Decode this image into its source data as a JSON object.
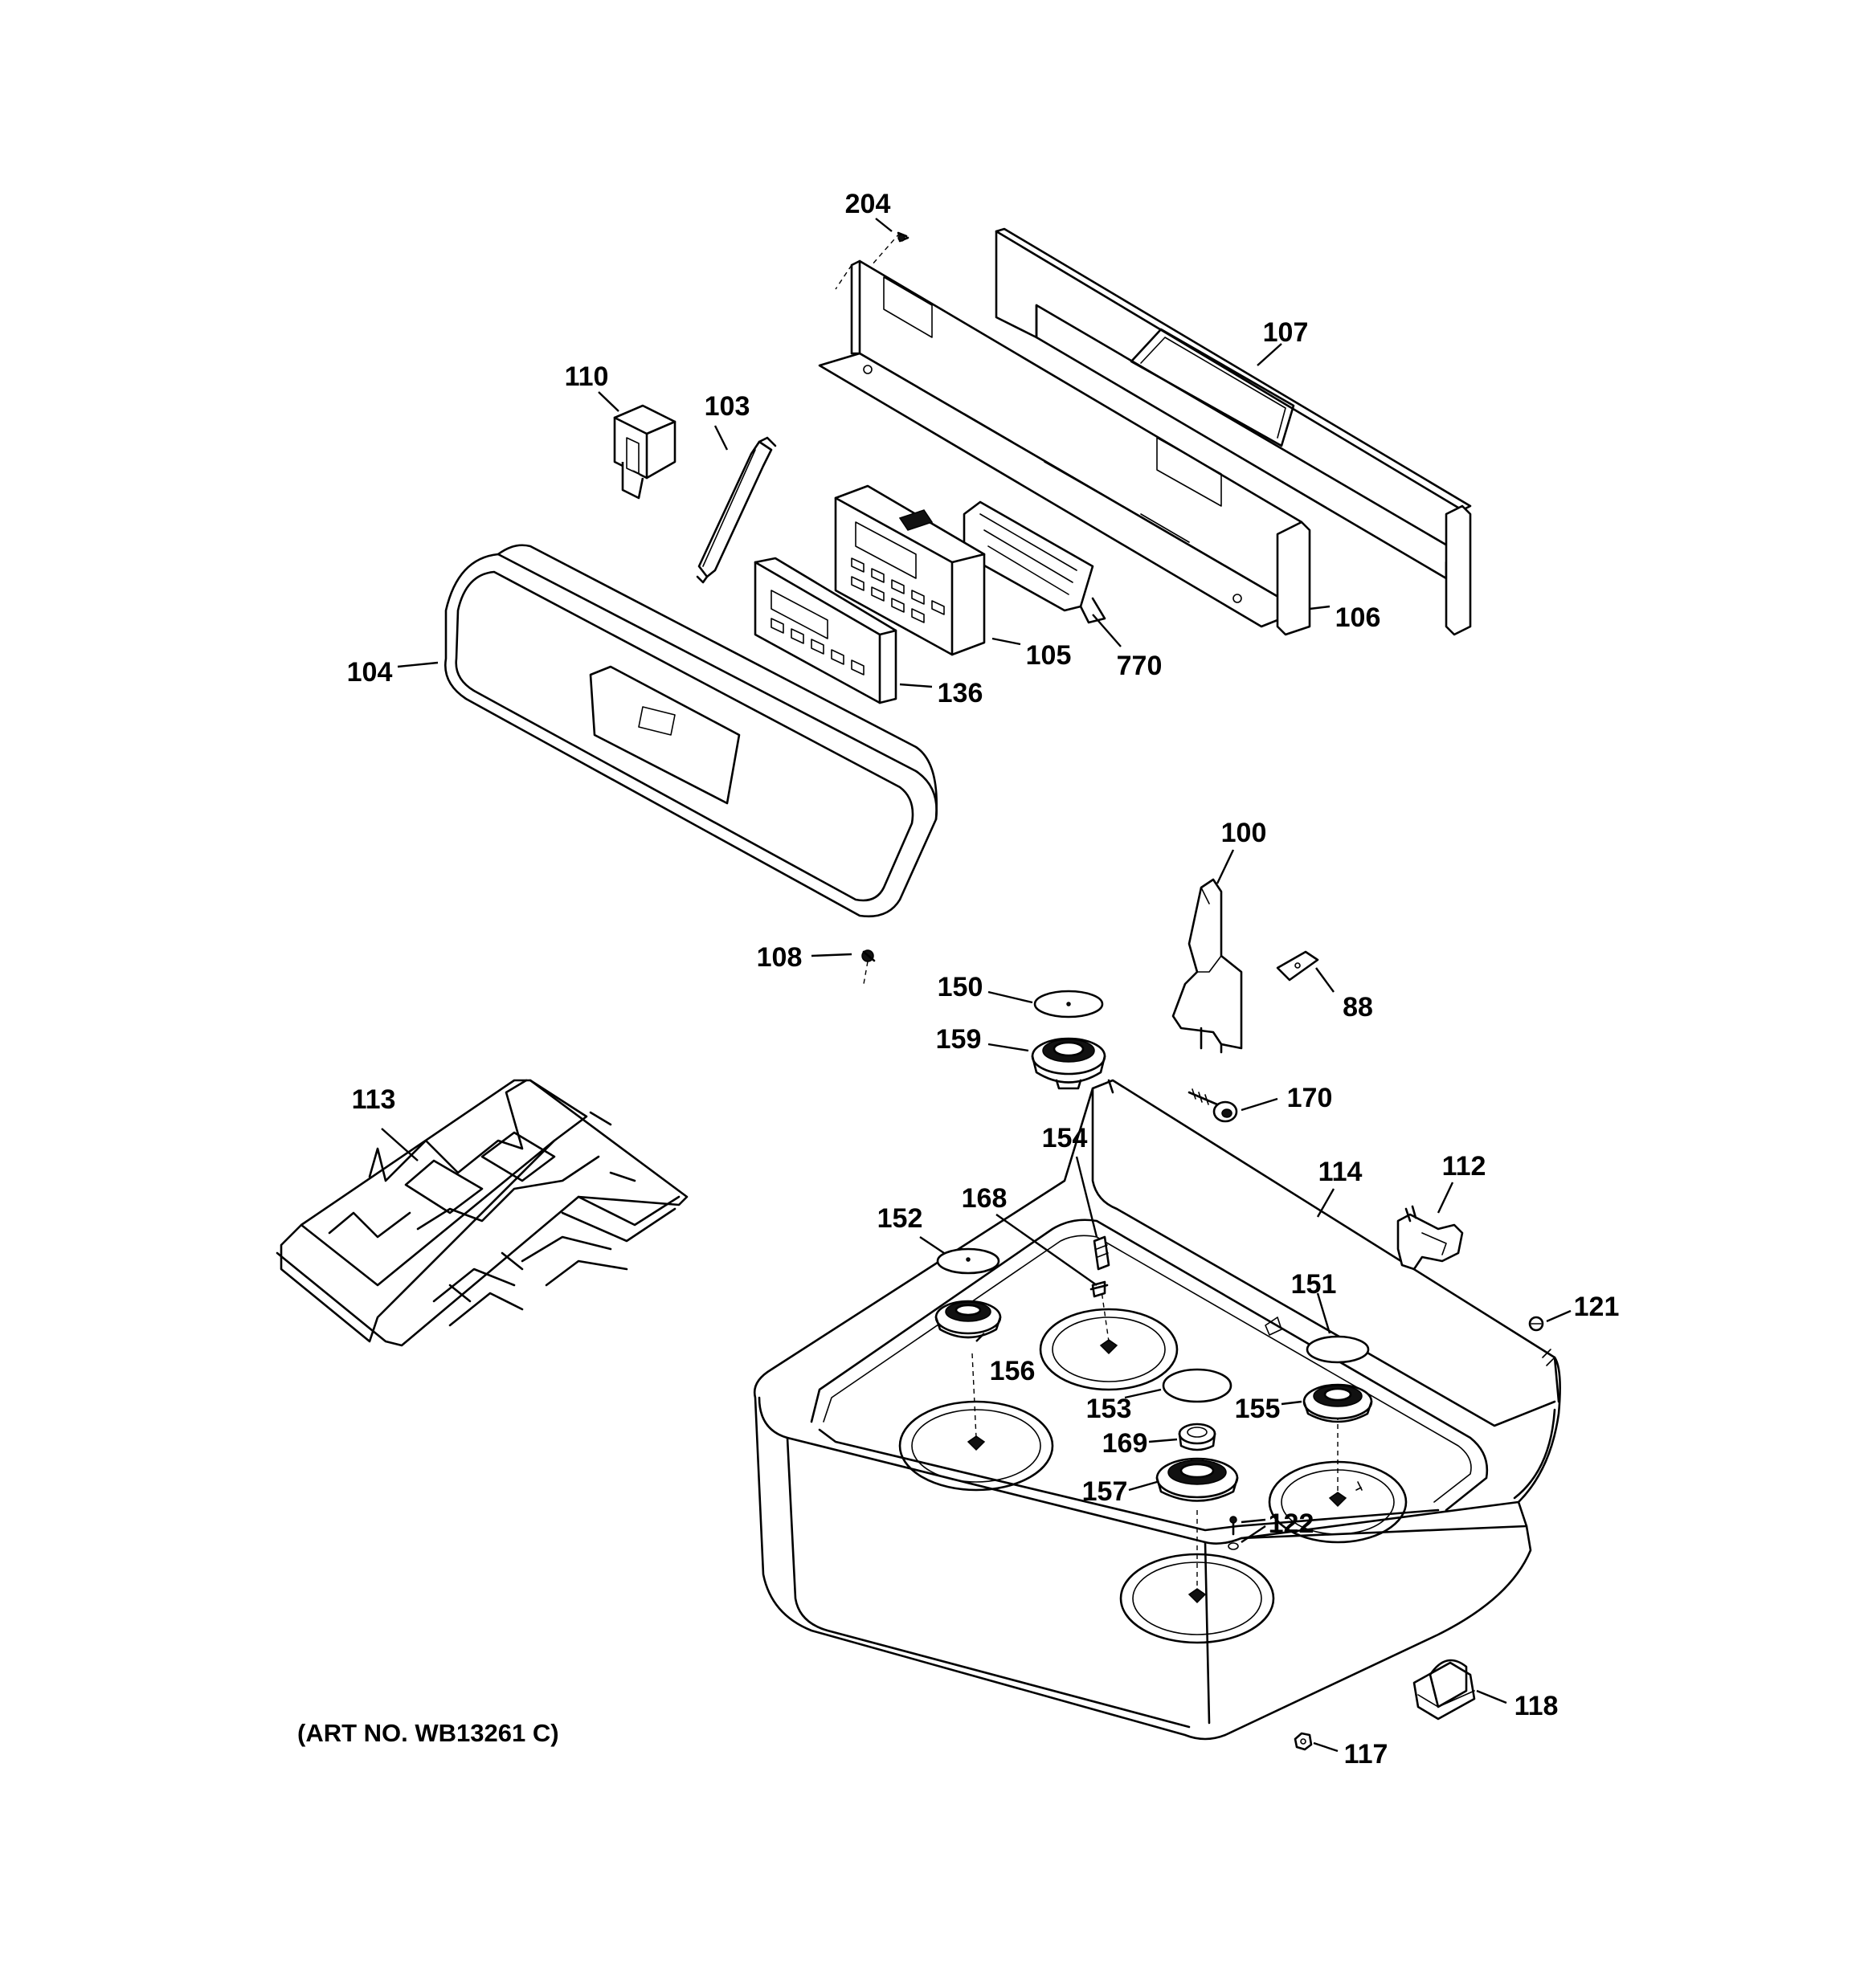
{
  "figure": {
    "caption": "(ART NO. WB13261 C)"
  },
  "parts": [
    {
      "id": "p204",
      "label": "204"
    },
    {
      "id": "p107",
      "label": "107"
    },
    {
      "id": "p110",
      "label": "110"
    },
    {
      "id": "p103",
      "label": "103"
    },
    {
      "id": "p106",
      "label": "106"
    },
    {
      "id": "p105",
      "label": "105"
    },
    {
      "id": "p770",
      "label": "770"
    },
    {
      "id": "p104",
      "label": "104"
    },
    {
      "id": "p136",
      "label": "136"
    },
    {
      "id": "p100",
      "label": "100"
    },
    {
      "id": "p108",
      "label": "108"
    },
    {
      "id": "p150",
      "label": "150"
    },
    {
      "id": "p88",
      "label": "88"
    },
    {
      "id": "p159",
      "label": "159"
    },
    {
      "id": "p113",
      "label": "113"
    },
    {
      "id": "p170",
      "label": "170"
    },
    {
      "id": "p154",
      "label": "154"
    },
    {
      "id": "p114",
      "label": "114"
    },
    {
      "id": "p112",
      "label": "112"
    },
    {
      "id": "p168",
      "label": "168"
    },
    {
      "id": "p152",
      "label": "152"
    },
    {
      "id": "p151",
      "label": "151"
    },
    {
      "id": "p121",
      "label": "121"
    },
    {
      "id": "p156",
      "label": "156"
    },
    {
      "id": "p153",
      "label": "153"
    },
    {
      "id": "p155",
      "label": "155"
    },
    {
      "id": "p169",
      "label": "169"
    },
    {
      "id": "p157",
      "label": "157"
    },
    {
      "id": "p122",
      "label": "122"
    },
    {
      "id": "p118",
      "label": "118"
    },
    {
      "id": "p117",
      "label": "117"
    }
  ]
}
